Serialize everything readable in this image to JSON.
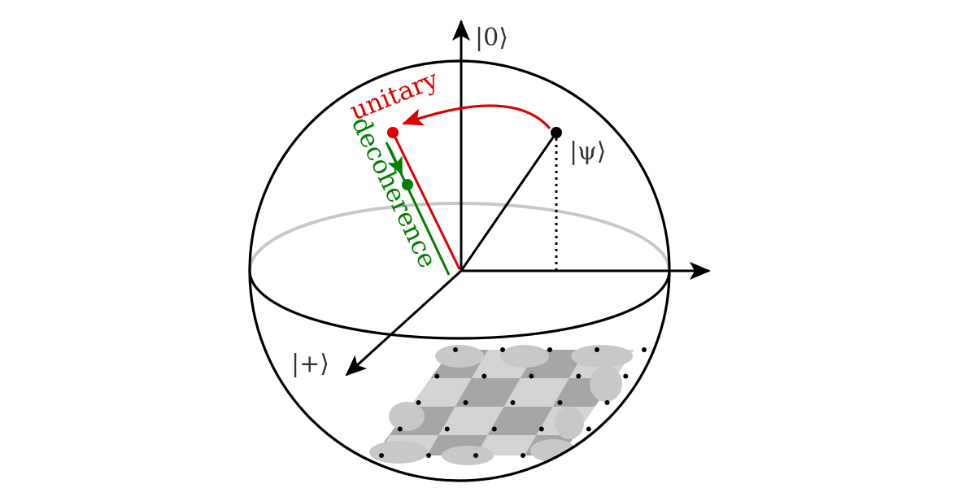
{
  "labels": {
    "z_axis": "|0⟩",
    "x_axis": "|+⟩",
    "state": "|ψ⟩",
    "unitary": "unitary",
    "decoherence": "decoherence"
  },
  "colors": {
    "unitary": "#dd0000",
    "decoherence": "#008000",
    "sphere": "#000000",
    "equator_back": "#c8c8c8",
    "lattice_light": "#d2d2d2",
    "lattice_dark": "#9a9a9a"
  }
}
